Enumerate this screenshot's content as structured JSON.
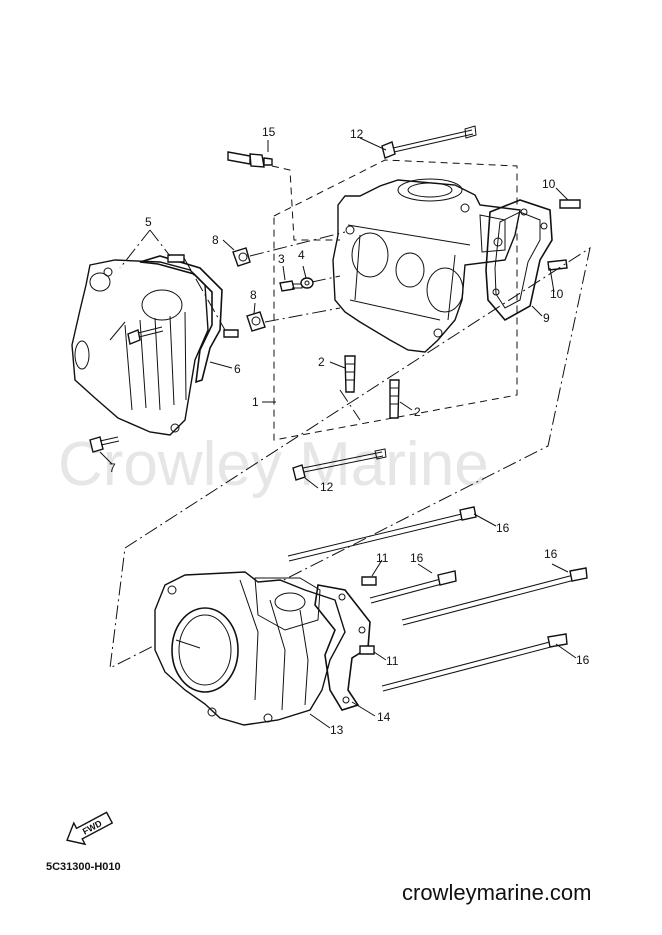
{
  "watermark": "Crowley Marine",
  "diagram_code": "5C31300-H010",
  "site": "crowleymarine.com",
  "fwd_label": "FWD",
  "callouts": {
    "c1": "1",
    "c2a": "2",
    "c2b": "2",
    "c3": "3",
    "c4": "4",
    "c5": "5",
    "c6": "6",
    "c7": "7",
    "c8a": "8",
    "c8b": "8",
    "c9": "9",
    "c10a": "10",
    "c10b": "10",
    "c11a": "11",
    "c11b": "11",
    "c12a": "12",
    "c12b": "12",
    "c13": "13",
    "c14": "14",
    "c15": "15",
    "c16a": "16",
    "c16b": "16",
    "c16c": "16",
    "c16d": "16"
  }
}
